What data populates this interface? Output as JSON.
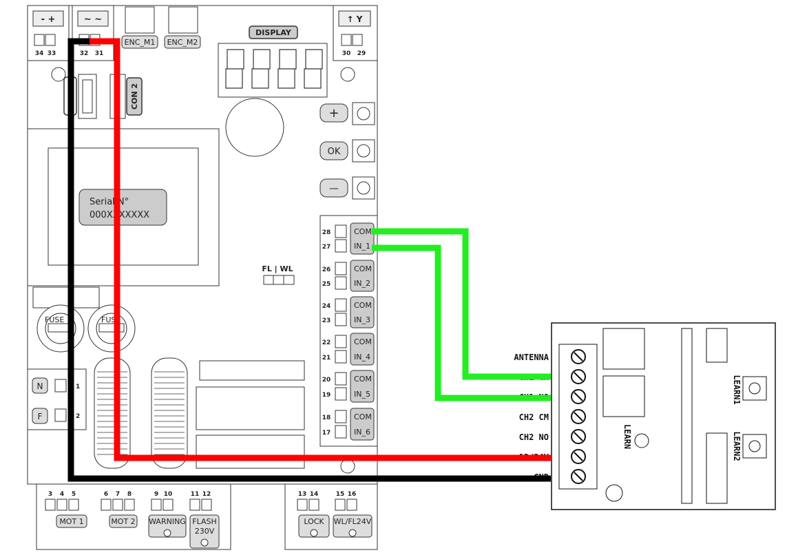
{
  "board": {
    "top_terminals": [
      {
        "symbol": "-  +",
        "nums": [
          "34",
          "33"
        ]
      },
      {
        "symbol": "~ ~",
        "nums": [
          "32",
          "31"
        ]
      },
      {
        "symbol": "↑ Y",
        "nums": [
          "30",
          "29"
        ]
      }
    ],
    "encoders": [
      "ENC_M1",
      "ENC_M2"
    ],
    "display_label": "DISPLAY",
    "con2_label": "CON 2",
    "buttons": [
      "+",
      "OK",
      "—"
    ],
    "serial_line1": "Serial N°",
    "serial_line2": "000XXXXXXX",
    "fuse_labels": [
      "FUSE",
      "FUSE"
    ],
    "fl_wl_label": "FL | WL",
    "side_inputs": [
      "N",
      "F"
    ],
    "side_nums": [
      "1",
      "2"
    ],
    "inputs": [
      {
        "num": "28",
        "label": "COM"
      },
      {
        "num": "27",
        "label": "IN_1"
      },
      {
        "num": "26",
        "label": "COM"
      },
      {
        "num": "25",
        "label": "IN_2"
      },
      {
        "num": "24",
        "label": "COM"
      },
      {
        "num": "23",
        "label": "IN_3"
      },
      {
        "num": "22",
        "label": "COM"
      },
      {
        "num": "21",
        "label": "IN_4"
      },
      {
        "num": "20",
        "label": "COM"
      },
      {
        "num": "19",
        "label": "IN_5"
      },
      {
        "num": "18",
        "label": "COM"
      },
      {
        "num": "17",
        "label": "IN_6"
      }
    ],
    "bottom_groups": [
      {
        "nums": [
          "3",
          "4",
          "5"
        ],
        "label": "MOT 1"
      },
      {
        "nums": [
          "6",
          "7",
          "8"
        ],
        "label": "MOT 2"
      },
      {
        "nums": [
          "9",
          "10"
        ],
        "label": "WARNING"
      },
      {
        "nums": [
          "11",
          "12"
        ],
        "label": "FLASH",
        "sub": "230V"
      },
      {
        "nums": [
          "13",
          "14"
        ],
        "label": "LOCK"
      },
      {
        "nums": [
          "15",
          "16"
        ],
        "label": "WL/FL24V"
      }
    ]
  },
  "receiver": {
    "terminals": [
      "ANTENNA",
      "CH1 CM",
      "CH1 NO",
      "CH2 CM",
      "CH2 NO",
      "12/24V",
      "GND"
    ],
    "learn": "LEARN",
    "learn1": "LEARN1",
    "learn2": "LEARN2"
  },
  "wire_colors": {
    "power": "#ff0000",
    "ground": "#000000",
    "signal": "#22ee22"
  }
}
